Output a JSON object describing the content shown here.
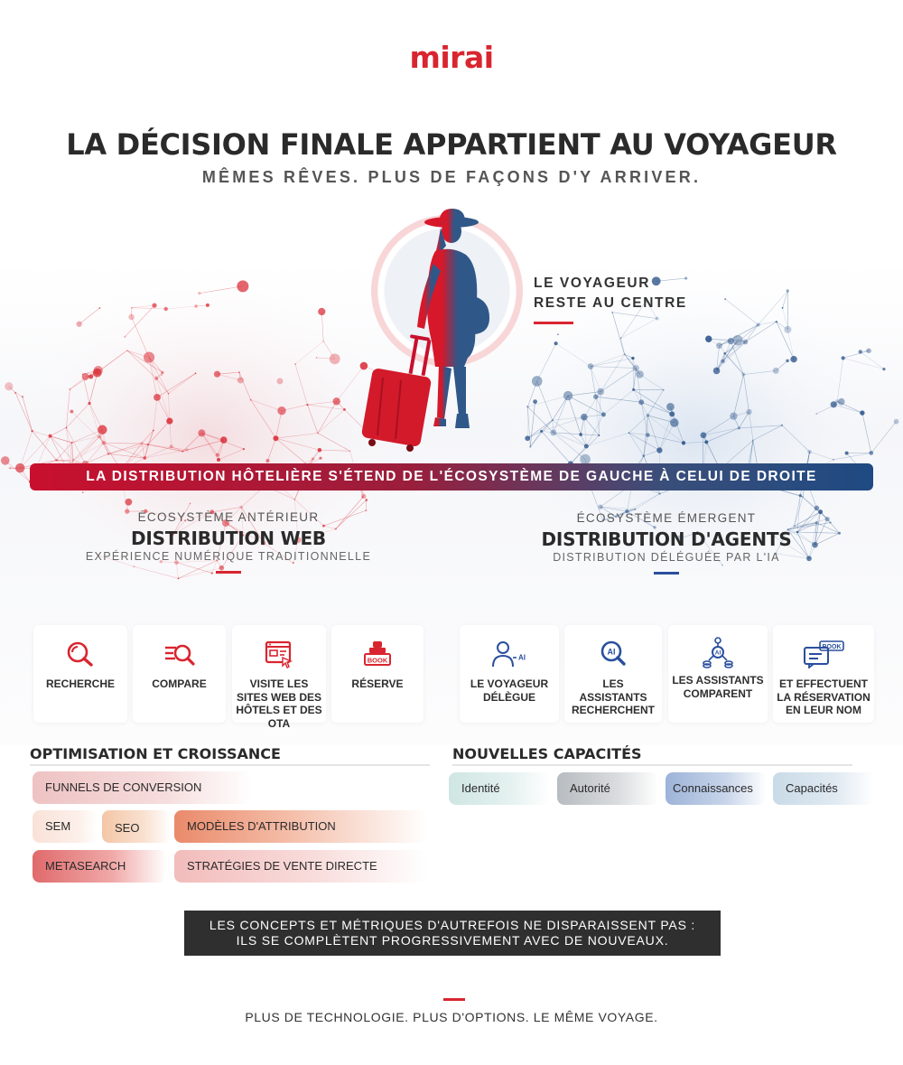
{
  "brand": {
    "logo": "mirai",
    "red": "#d9252f",
    "blue": "#1f4a82",
    "dark": "#2f2f2f"
  },
  "header": {
    "title": "LA DÉCISION FINALE APPARTIENT AU VOYAGEUR",
    "subtitle": "MÊMES RÊVES. PLUS DE FAÇONS D'Y ARRIVER."
  },
  "traveler": {
    "caption_line1": "LE VOYAGEUR",
    "caption_line2": "RESTE AU CENTRE",
    "icon": "traveler-silhouette-icon"
  },
  "banner": "LA DISTRIBUTION HÔTELIÈRE S'ÉTEND DE L'ÉCOSYSTÈME DE GAUCHE À CELUI DE DROITE",
  "ecosystems": {
    "left": {
      "kicker": "ÉCOSYSTÈME ANTÉRIEUR",
      "title": "DISTRIBUTION WEB",
      "subtitle": "EXPÉRIENCE NUMÉRIQUE TRADITIONNELLE",
      "accent": "#d9252f"
    },
    "right": {
      "kicker": "ÉCOSYSTÈME ÉMERGENT",
      "title": "DISTRIBUTION D'AGENTS",
      "subtitle": "DISTRIBUTION DÉLÉGUÉE PAR L'IA",
      "accent": "#2a4f9e"
    }
  },
  "steps_left": [
    {
      "label": "RECHERCHE",
      "icon": "search-icon"
    },
    {
      "label": "COMPARE",
      "icon": "compare-search-icon"
    },
    {
      "label": "VISITE LES SITES WEB DES HÔTELS ET DES OTA",
      "icon": "browser-click-icon"
    },
    {
      "label": "RÉSERVE",
      "icon": "book-stamp-icon",
      "icon_text": "BOOK"
    }
  ],
  "steps_right": [
    {
      "label": "LE VOYAGEUR DÉLÈGUE",
      "icon": "person-ai-icon",
      "icon_text": "AI"
    },
    {
      "label": "LES ASSISTANTS RECHERCHENT",
      "icon": "ai-search-icon",
      "icon_text": "AI"
    },
    {
      "label": "LES ASSISTANTS COMPARENT",
      "icon": "ai-network-icon",
      "icon_text": "AI"
    },
    {
      "label": "ET EFFECTUENT LA RÉSERVATION EN LEUR NOM",
      "icon": "book-chat-icon",
      "icon_text": "BOOK"
    }
  ],
  "optimisation": {
    "heading": "OPTIMISATION ET CROISSANCE",
    "pills": [
      "FUNNELS DE CONVERSION",
      "SEM",
      "SEO",
      "MODÈLES D'ATTRIBUTION",
      "METASEARCH",
      "STRATÉGIES DE VENTE DIRECTE"
    ]
  },
  "capacites": {
    "heading": "NOUVELLES CAPACITÉS",
    "pills": [
      "Identité",
      "Autorité",
      "Connaissances",
      "Capacités"
    ]
  },
  "note": {
    "line1": "LES CONCEPTS ET MÉTRIQUES D'AUTREFOIS NE DISPARAISSENT PAS :",
    "line2": "ILS SE COMPLÈTENT PROGRESSIVEMENT AVEC DE NOUVEAUX."
  },
  "footer": "PLUS DE TECHNOLOGIE. PLUS D'OPTIONS. LE MÊME VOYAGE."
}
